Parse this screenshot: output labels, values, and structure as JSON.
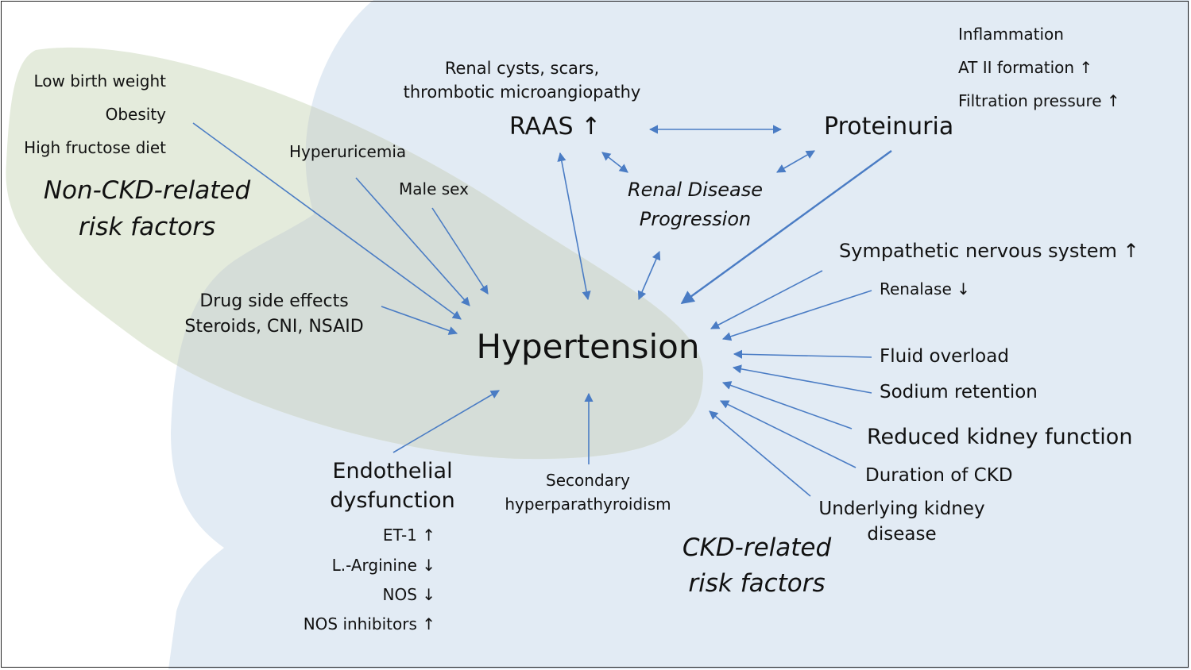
{
  "center": {
    "title": "Hypertension"
  },
  "groups": {
    "non_ckd": {
      "line1": "Non-CKD-related",
      "line2": "risk factors"
    },
    "ckd": {
      "line1": "CKD-related",
      "line2": "risk factors"
    }
  },
  "non_ckd_factors": {
    "low_birth_weight": "Low birth weight",
    "obesity": "Obesity",
    "high_fructose": "High fructose diet"
  },
  "shared_factors": {
    "hyperuricemia": "Hyperuricemia",
    "male_sex": "Male sex",
    "drug_line1": "Drug side effects",
    "drug_line2": "Steroids, CNI, NSAID"
  },
  "top": {
    "renal_line1": "Renal cysts, scars,",
    "renal_line2": "thrombotic microangiopathy",
    "raas": "RAAS ↑",
    "proteinuria": "Proteinuria",
    "progression_line1": "Renal Disease",
    "progression_line2": "Progression",
    "inflammation": "Inflammation",
    "at2": "AT II formation ↑",
    "filtration": "Filtration pressure ↑"
  },
  "ckd_factors": {
    "sympathetic": "Sympathetic nervous  system ↑",
    "renalase": "Renalase ↓",
    "fluid": "Fluid overload",
    "sodium": "Sodium retention",
    "reduced": "Reduced kidney function",
    "duration": "Duration of CKD",
    "underlying_line1": "Underlying kidney",
    "underlying_line2": "disease"
  },
  "bottom": {
    "endo_line1": "Endothelial",
    "endo_line2": "dysfunction",
    "et1": "ET-1 ↑",
    "arginine": "L.-Arginine ↓",
    "nos": "NOS ↓",
    "nos_inhibitors": "NOS inhibitors ↑",
    "secondary_line1": "Secondary",
    "secondary_line2": "hyperparathyroidism"
  },
  "colors": {
    "ckd_region": "#e2ebf4",
    "non_ckd_region": "#e4ebdc",
    "overlap_region": "#d5ddd8",
    "arrow": "#4a7cc4",
    "frame": "#222222"
  }
}
